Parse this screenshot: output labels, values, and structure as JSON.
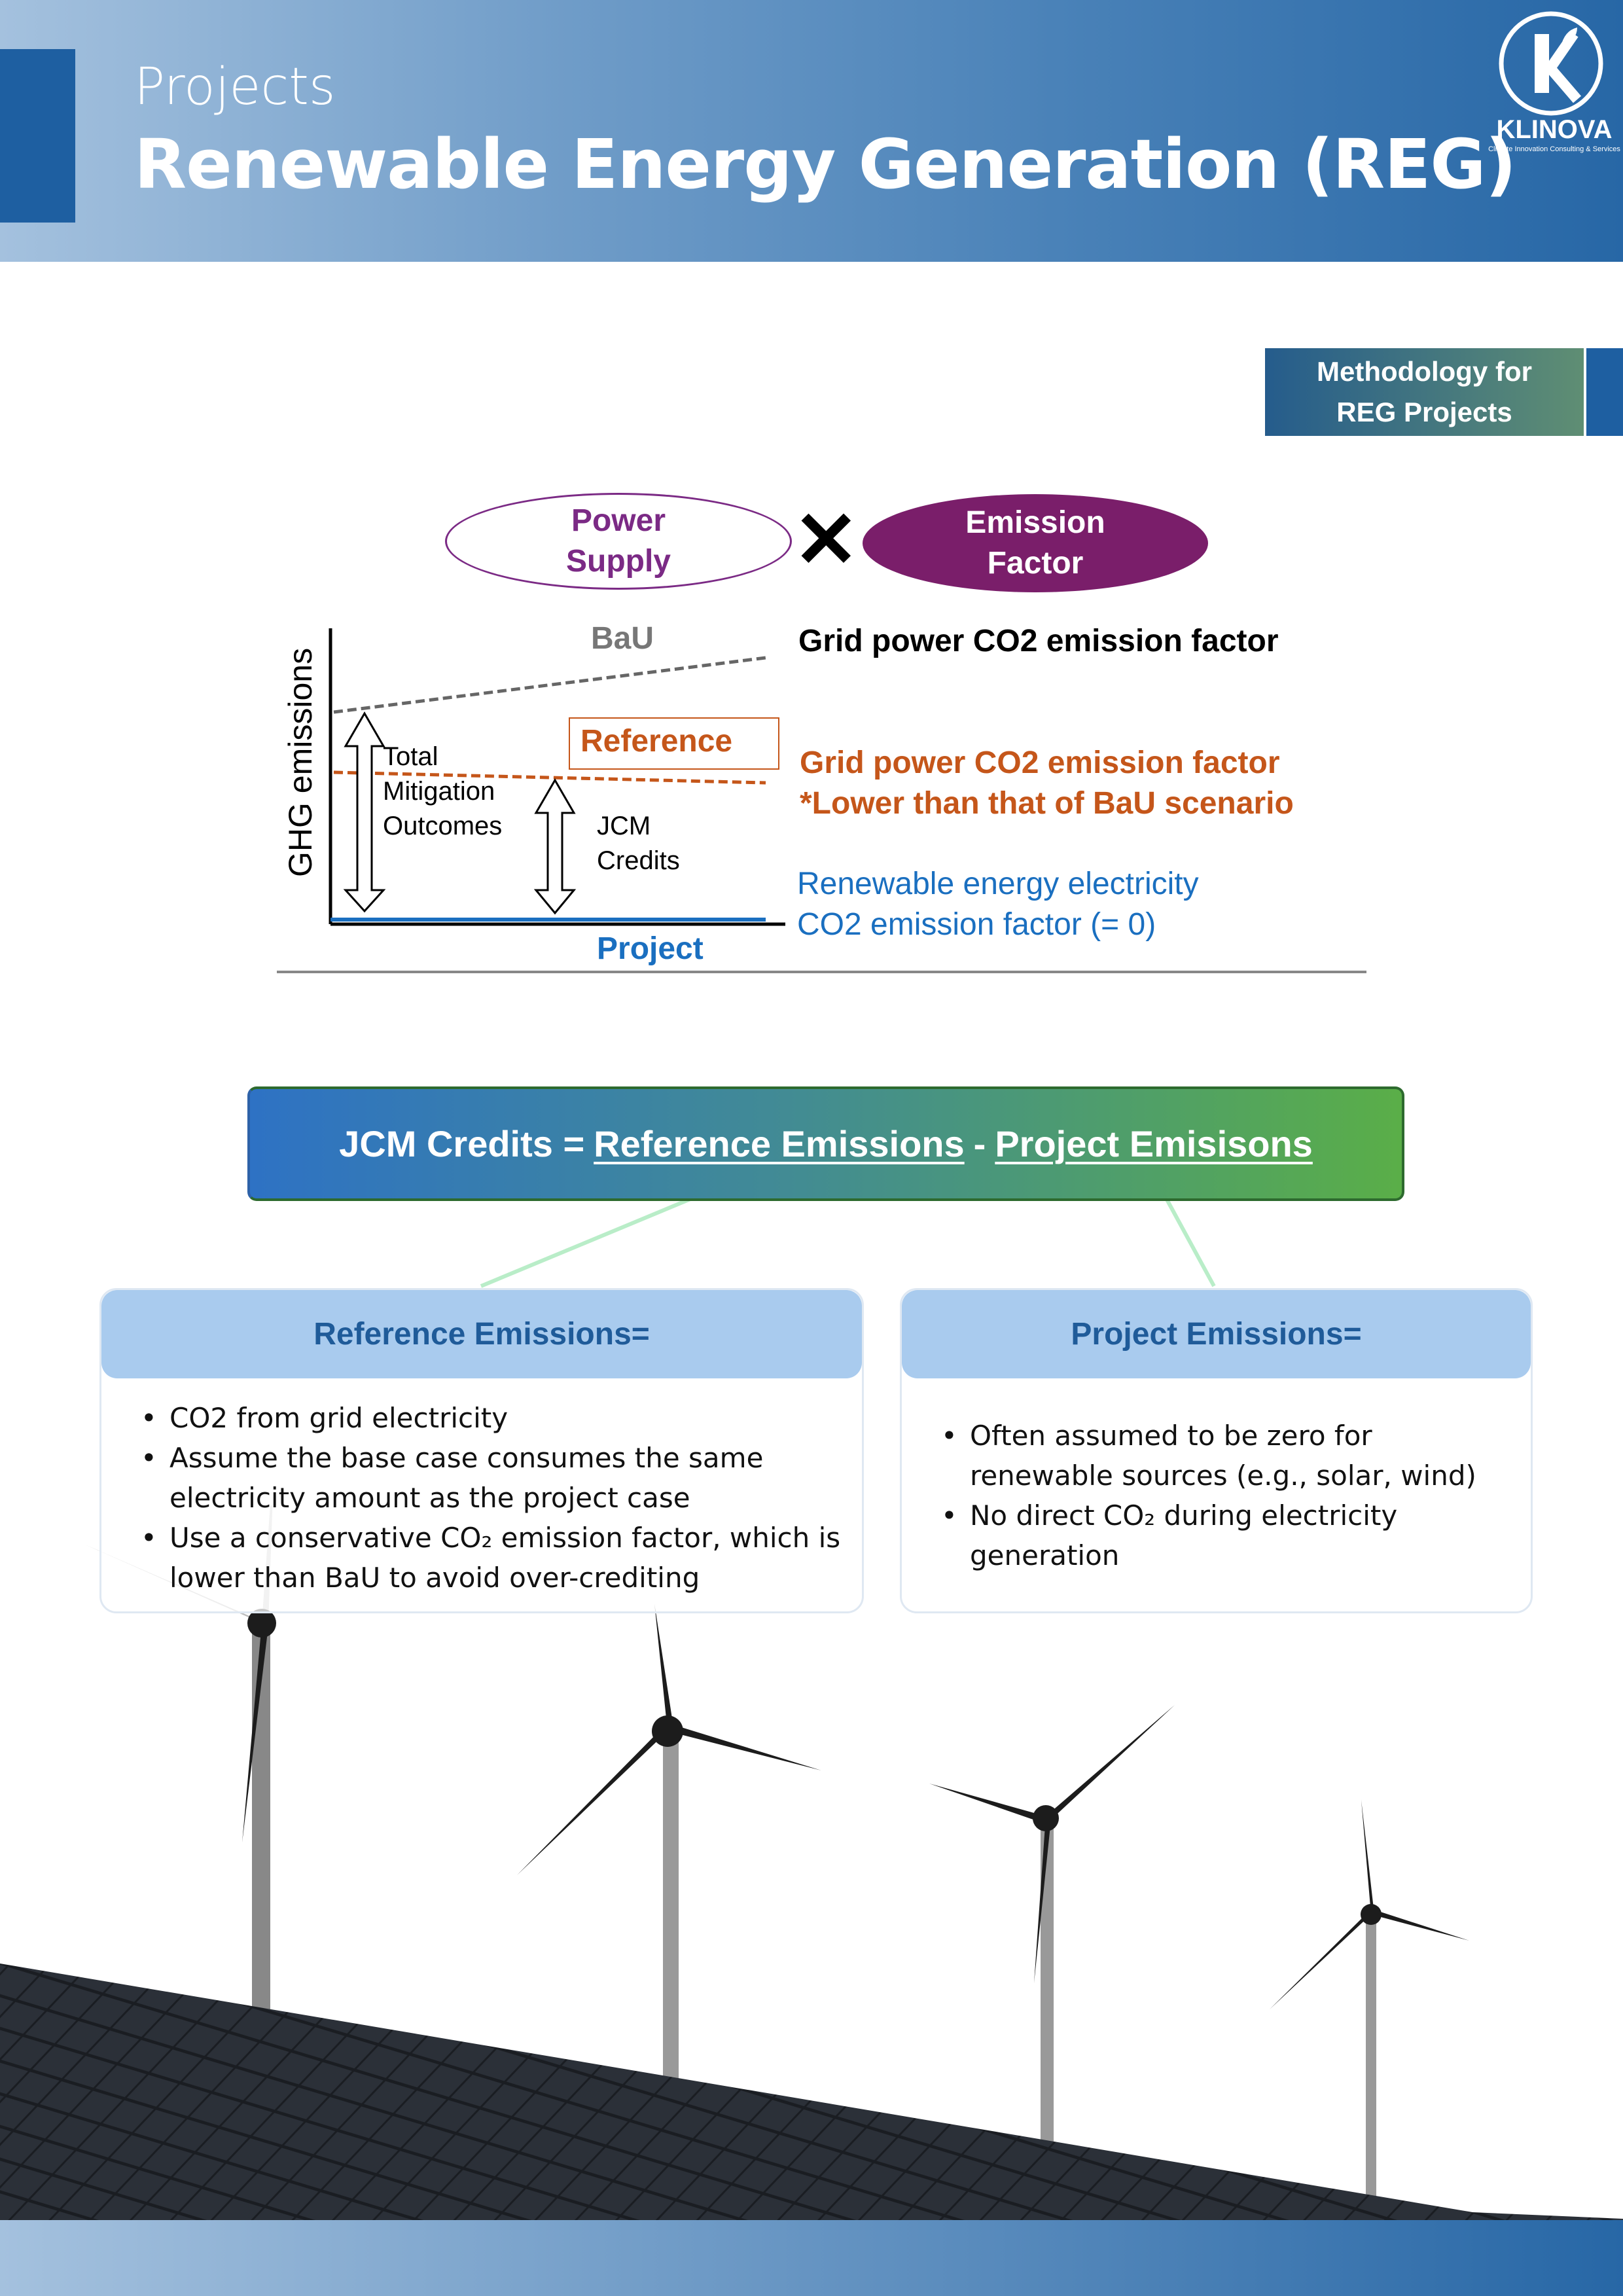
{
  "header": {
    "kicker": "Projects",
    "title": "Renewable Energy Generation (REG)"
  },
  "logo": {
    "name": "KLINOVA",
    "tagline": "Climate Innovation Consulting & Services"
  },
  "methodology_badge": {
    "line1": "Methodology for",
    "line2": "REG Projects"
  },
  "formula_top": {
    "left": "Power Supply",
    "operator": "✕",
    "right": "Emission Factor"
  },
  "diagram": {
    "y_axis_label": "GHG emissions",
    "bau_label": "BaU",
    "reference_label": "Reference",
    "project_label": "Project",
    "total_arrow_label": [
      "Total",
      "Mitigation",
      "Outcomes"
    ],
    "jcm_arrow_label": [
      "JCM",
      "Credits"
    ],
    "bau_desc": "Grid power CO2 emission factor",
    "reference_desc": [
      "Grid power CO2 emission factor",
      "*Lower than that of BaU scenario"
    ],
    "project_desc": [
      "Renewable energy electricity",
      "CO2 emission factor (= 0)"
    ],
    "colors": {
      "bau": "#666666",
      "reference": "#c5561a",
      "project": "#1a6fc0"
    }
  },
  "equation": {
    "lhs": "JCM Credits =",
    "term1": "Reference Emissions",
    "minus": "-",
    "term2": "Project Emisisons"
  },
  "reference_card": {
    "title": "Reference Emissions=",
    "items": [
      "CO2 from grid electricity",
      "Assume the base case consumes the same electricity amount as the project case",
      "Use a conservative CO₂ emission factor, which is lower than BaU to avoid over-crediting"
    ]
  },
  "project_card": {
    "title": "Project Emissions=",
    "items": [
      "Often assumed to be zero for renewable sources (e.g., solar, wind)",
      "No direct CO₂ during electricity generation"
    ]
  }
}
